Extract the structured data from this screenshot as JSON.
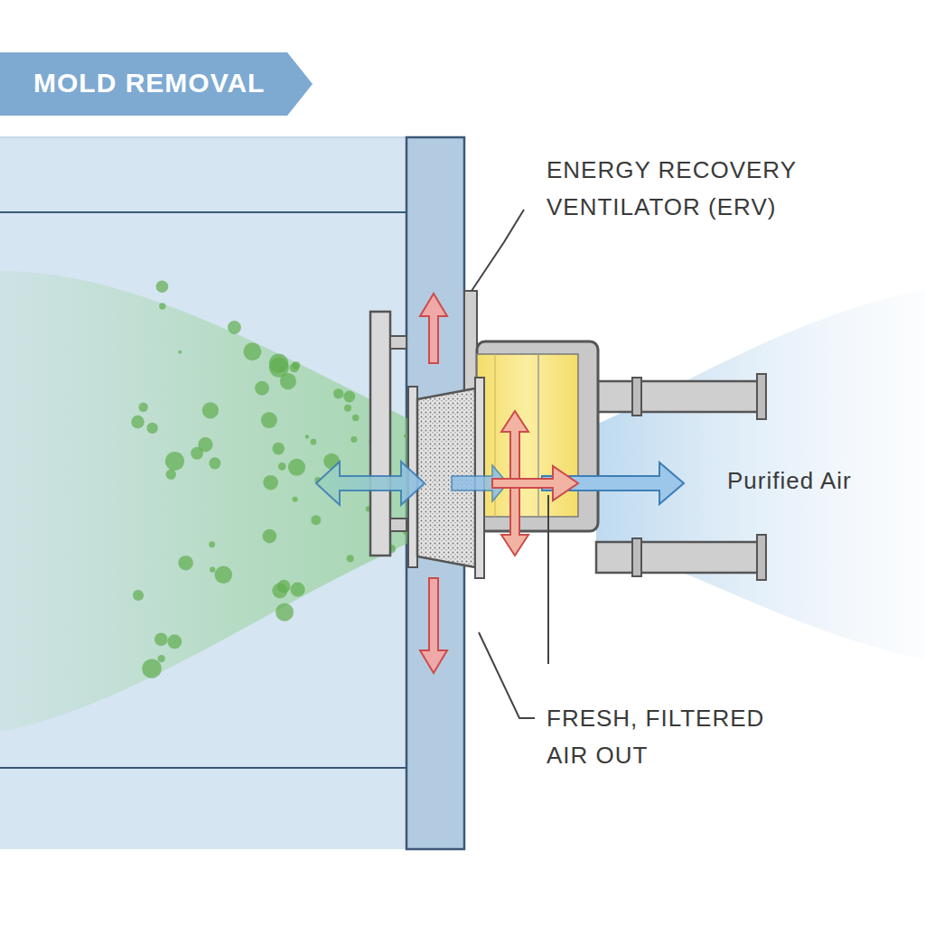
{
  "diagram": {
    "title": "MOLD REMOVAL",
    "labels": [
      "ENERGY RECOVERY VENTILATOR (ERV)",
      "Purified Air",
      "FRESH, FILTERED AIR OUT"
    ]
  }
}
